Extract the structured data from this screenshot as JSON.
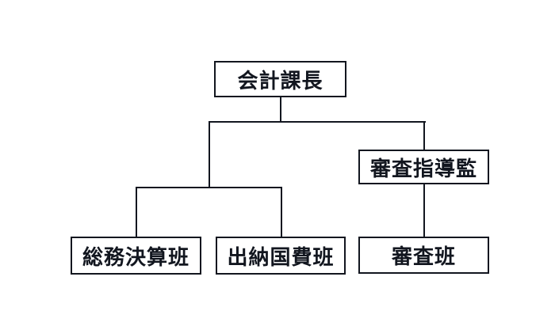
{
  "diagram": {
    "type": "org-chart",
    "background_color": "#ffffff",
    "line_color": "#12161f",
    "nodes": [
      {
        "id": "kaikei-kacho",
        "label": "会計課長",
        "level": 1
      },
      {
        "id": "shinsa-shidokan",
        "label": "審査指導監",
        "level": 2
      },
      {
        "id": "somu-kessan-han",
        "label": "総務決算班",
        "level": 3
      },
      {
        "id": "suito-kokuhi-han",
        "label": "出納国費班",
        "level": 3
      },
      {
        "id": "shinsa-han",
        "label": "審査班",
        "level": 3
      }
    ],
    "edges": [
      {
        "from": "会計課長",
        "to": "総務決算班"
      },
      {
        "from": "会計課長",
        "to": "出納国費班"
      },
      {
        "from": "会計課長",
        "to": "審査指導監"
      },
      {
        "from": "審査指導監",
        "to": "審査班"
      }
    ]
  }
}
